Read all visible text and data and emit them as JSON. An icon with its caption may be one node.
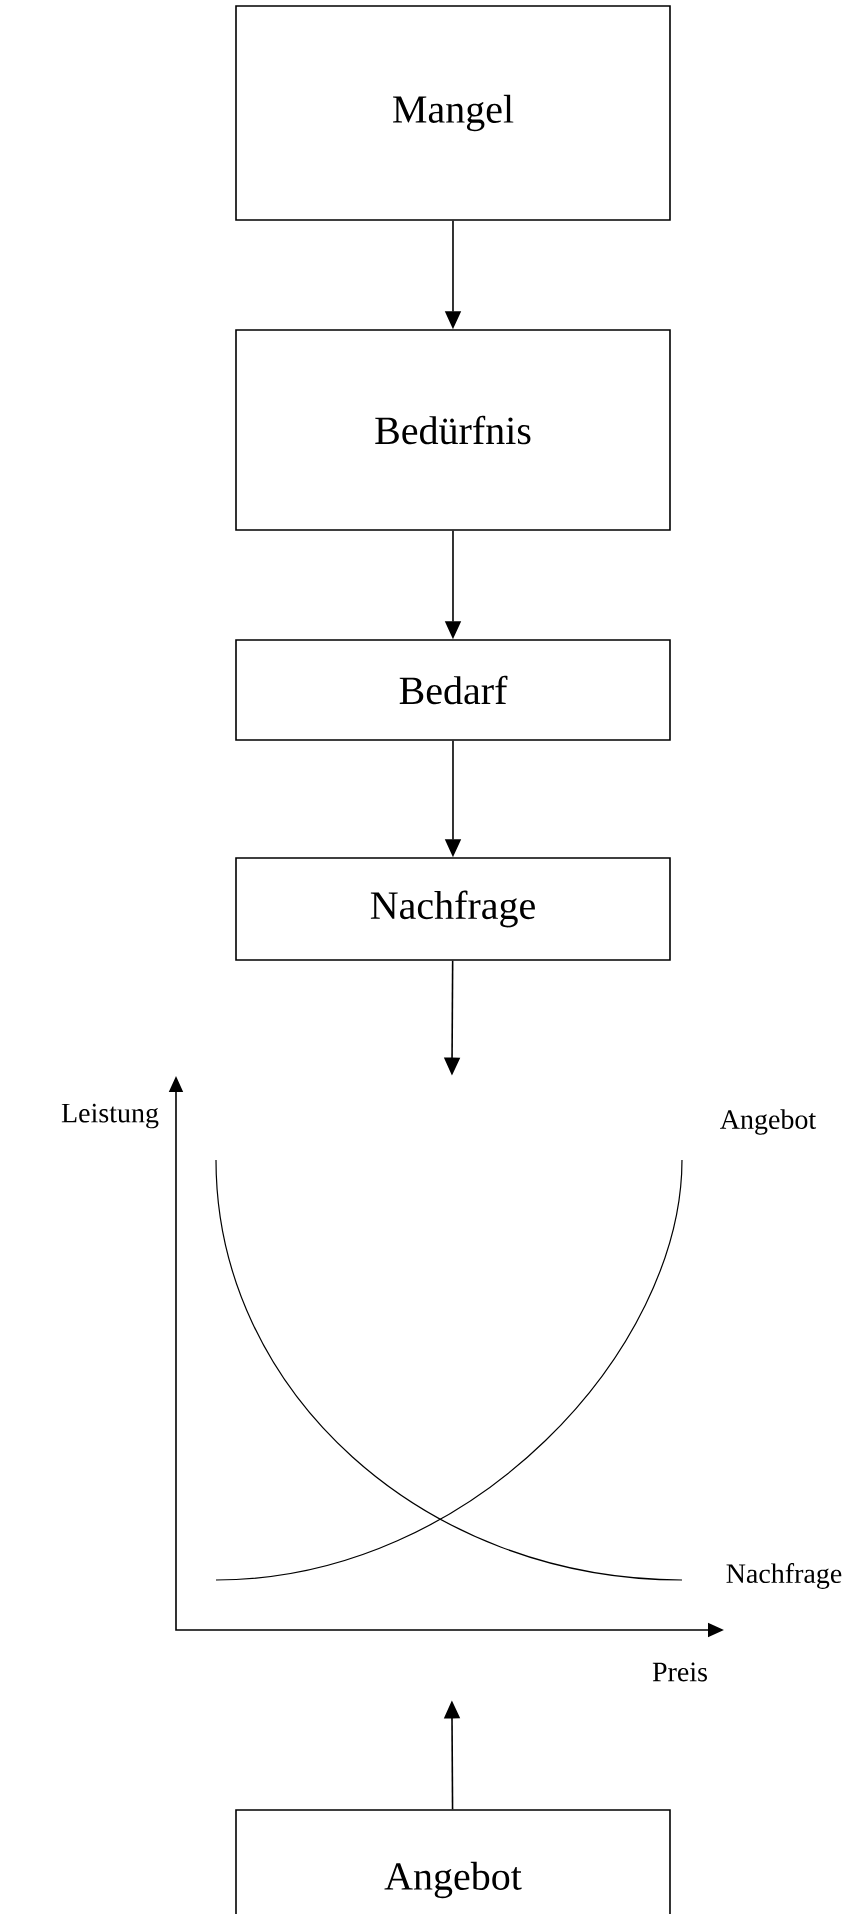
{
  "diagram": {
    "nodes": [
      {
        "text": [
          "Mangel"
        ]
      },
      {
        "text": [
          "Bedürfnis"
        ]
      },
      {
        "text": [
          "Bedarf"
        ]
      },
      {
        "text": [
          "Nachfrage"
        ]
      },
      {
        "text": [],
        "shape": "chart",
        "beside": [
          "Leistung",
          "Angebot",
          "Nachfrage",
          "Preis"
        ]
      },
      {
        "text": [
          "Angebot"
        ]
      }
    ],
    "edges": [
      {
        "from": 0,
        "to": 1,
        "arrow": "to"
      },
      {
        "from": 1,
        "to": 2,
        "arrow": "to"
      },
      {
        "from": 2,
        "to": 3,
        "arrow": "to"
      },
      {
        "from": 3,
        "to": 4,
        "arrow": "to"
      },
      {
        "from": 5,
        "to": 4,
        "arrow": "to"
      }
    ]
  }
}
